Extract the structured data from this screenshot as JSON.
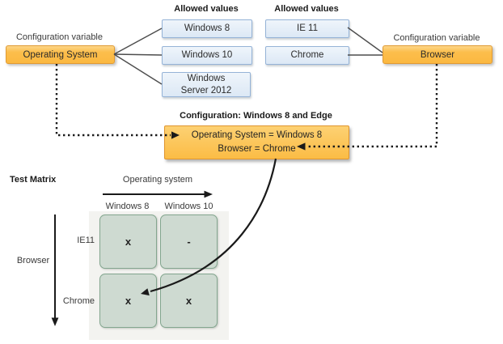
{
  "os_variable": {
    "caption": "Configuration variable",
    "name": "Operating System"
  },
  "browser_variable": {
    "caption": "Configuration variable",
    "name": "Browser"
  },
  "os_allowed": {
    "header": "Allowed values",
    "values": [
      "Windows 8",
      "Windows 10",
      "Windows Server 2012"
    ]
  },
  "browser_allowed": {
    "header": "Allowed values",
    "values": [
      "IE 11",
      "Chrome"
    ]
  },
  "configuration": {
    "header": "Configuration: Windows 8 and Edge",
    "line1": "Operating System = Windows 8",
    "line2": "Browser = Chrome"
  },
  "matrix": {
    "title": "Test Matrix",
    "x_axis_label": "Operating system",
    "y_axis_label": "Browser",
    "columns": [
      "Windows 8",
      "Windows 10"
    ],
    "rows": [
      "IE11",
      "Chrome"
    ],
    "marks": [
      [
        "x",
        "-"
      ],
      [
        "x",
        "x"
      ]
    ]
  },
  "colors": {
    "variable_box_fill": "#FCBE4C",
    "variable_box_border": "#E09A33",
    "value_box_fill": "#DCE8F5",
    "value_box_border": "#95B3D7",
    "matrix_cell_fill": "#CEDAD1",
    "matrix_cell_border": "#83A68F",
    "matrix_background": "#F3F3F0",
    "connector_line": "#4D4D4D",
    "arrow_line": "#1A1A1A"
  }
}
